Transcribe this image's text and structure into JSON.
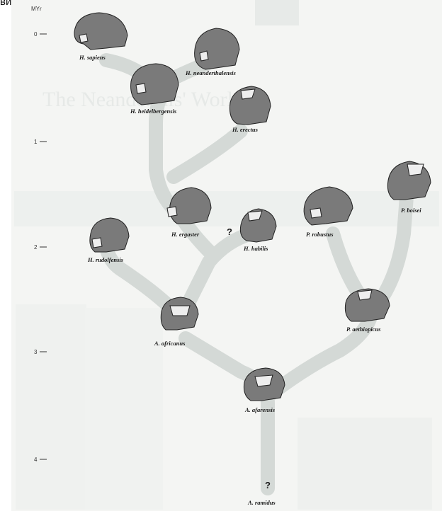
{
  "top_caption": "вида.",
  "axis": {
    "unit": "MYr",
    "ticks": [
      "0",
      "1",
      "2",
      "3",
      "4"
    ]
  },
  "heading_ghost": "The Neandertals' World",
  "species": [
    {
      "id": "h-sapiens",
      "label": "H. sapiens"
    },
    {
      "id": "h-neanderthalensis",
      "label": "H. neanderthalensis"
    },
    {
      "id": "h-heidelbergensis",
      "label": "H. heidelbergensis"
    },
    {
      "id": "h-erectus",
      "label": "H. erectus"
    },
    {
      "id": "h-ergaster",
      "label": "H. ergaster"
    },
    {
      "id": "h-habilis",
      "label": "H. habilis"
    },
    {
      "id": "h-rudolfensis",
      "label": "H. rudolfensis"
    },
    {
      "id": "p-robustus",
      "label": "P. robustus"
    },
    {
      "id": "p-boisei",
      "label": "P. boisei"
    },
    {
      "id": "p-aethiopicus",
      "label": "P. aethiopicus"
    },
    {
      "id": "a-africanus",
      "label": "A. africanus"
    },
    {
      "id": "a-afarensis",
      "label": "A. afarensis"
    },
    {
      "id": "a-ramidus",
      "label": "A. ramidus"
    }
  ],
  "question_marks": [
    "?",
    "?"
  ],
  "colors": {
    "branch": "#d4d9d6",
    "skull": "#7a7a7a",
    "skull_light": "#eeeeee",
    "outline": "#222222"
  }
}
